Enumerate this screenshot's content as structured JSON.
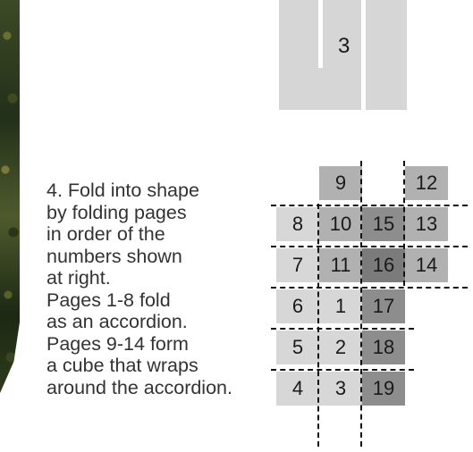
{
  "step3": {
    "label": "3"
  },
  "instructions": {
    "text": "4. Fold into shape\nby folding pages\nin order of the\nnumbers shown\nat right.\nPages 1-8 fold\nas an accordion.\nPages 9-14 form\na cube that wraps\naround the accordion."
  },
  "grid": {
    "cells": [
      "9",
      "12",
      "8",
      "10",
      "15",
      "13",
      "7",
      "11",
      "16",
      "14",
      "6",
      "1",
      "17",
      "5",
      "2",
      "18",
      "4",
      "3",
      "19"
    ]
  }
}
